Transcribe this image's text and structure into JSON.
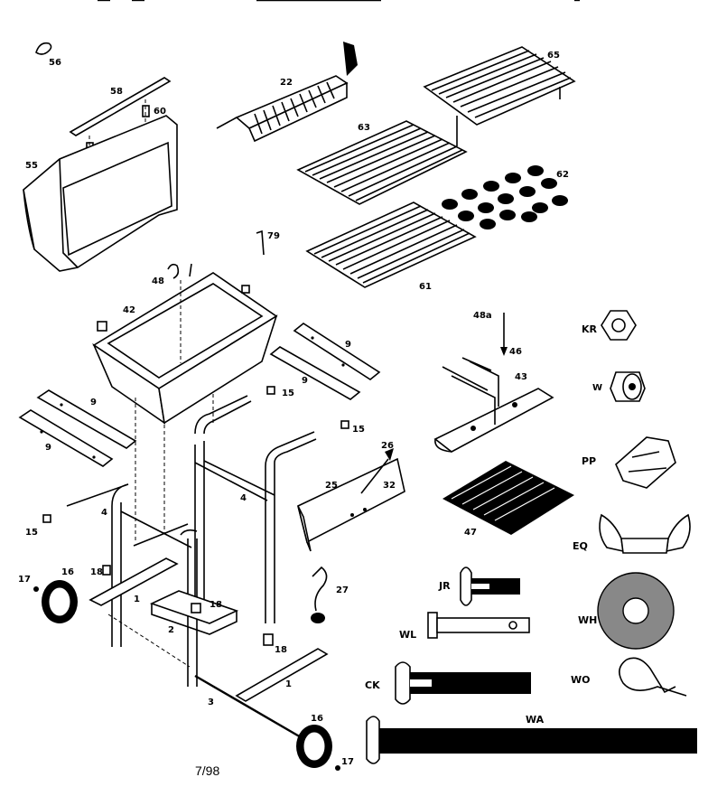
{
  "title_text": "",
  "date": "7/98",
  "part_labels": {
    "p56": "56",
    "p58": "58",
    "p60": "60",
    "p55": "55",
    "p22": "22",
    "p65": "65",
    "p63": "63",
    "p62": "62",
    "p79": "79",
    "p61": "61",
    "p48": "48",
    "p42": "42",
    "p9a": "9",
    "p9b": "9",
    "p9c": "9",
    "p9d": "9",
    "p15a": "15",
    "p15b": "15",
    "p15c": "15",
    "p4a": "4",
    "p4b": "4",
    "p26": "26",
    "p25": "25",
    "p32": "32",
    "p48a": "48a",
    "p46": "46",
    "p43": "43",
    "p47": "47",
    "p17a": "17",
    "p16a": "16",
    "p18a": "18",
    "p1a": "1",
    "p2": "2",
    "p18b": "18",
    "p18c": "18",
    "p27": "27",
    "p1b": "1",
    "p3": "3",
    "p16b": "16",
    "p17b": "17"
  },
  "hardware_labels": {
    "kr": "KR",
    "w": "W",
    "pp": "PP",
    "eq": "EQ",
    "jr": "JR",
    "wl": "WL",
    "wh": "WH",
    "ck": "CK",
    "wo": "WO",
    "wa": "WA"
  }
}
